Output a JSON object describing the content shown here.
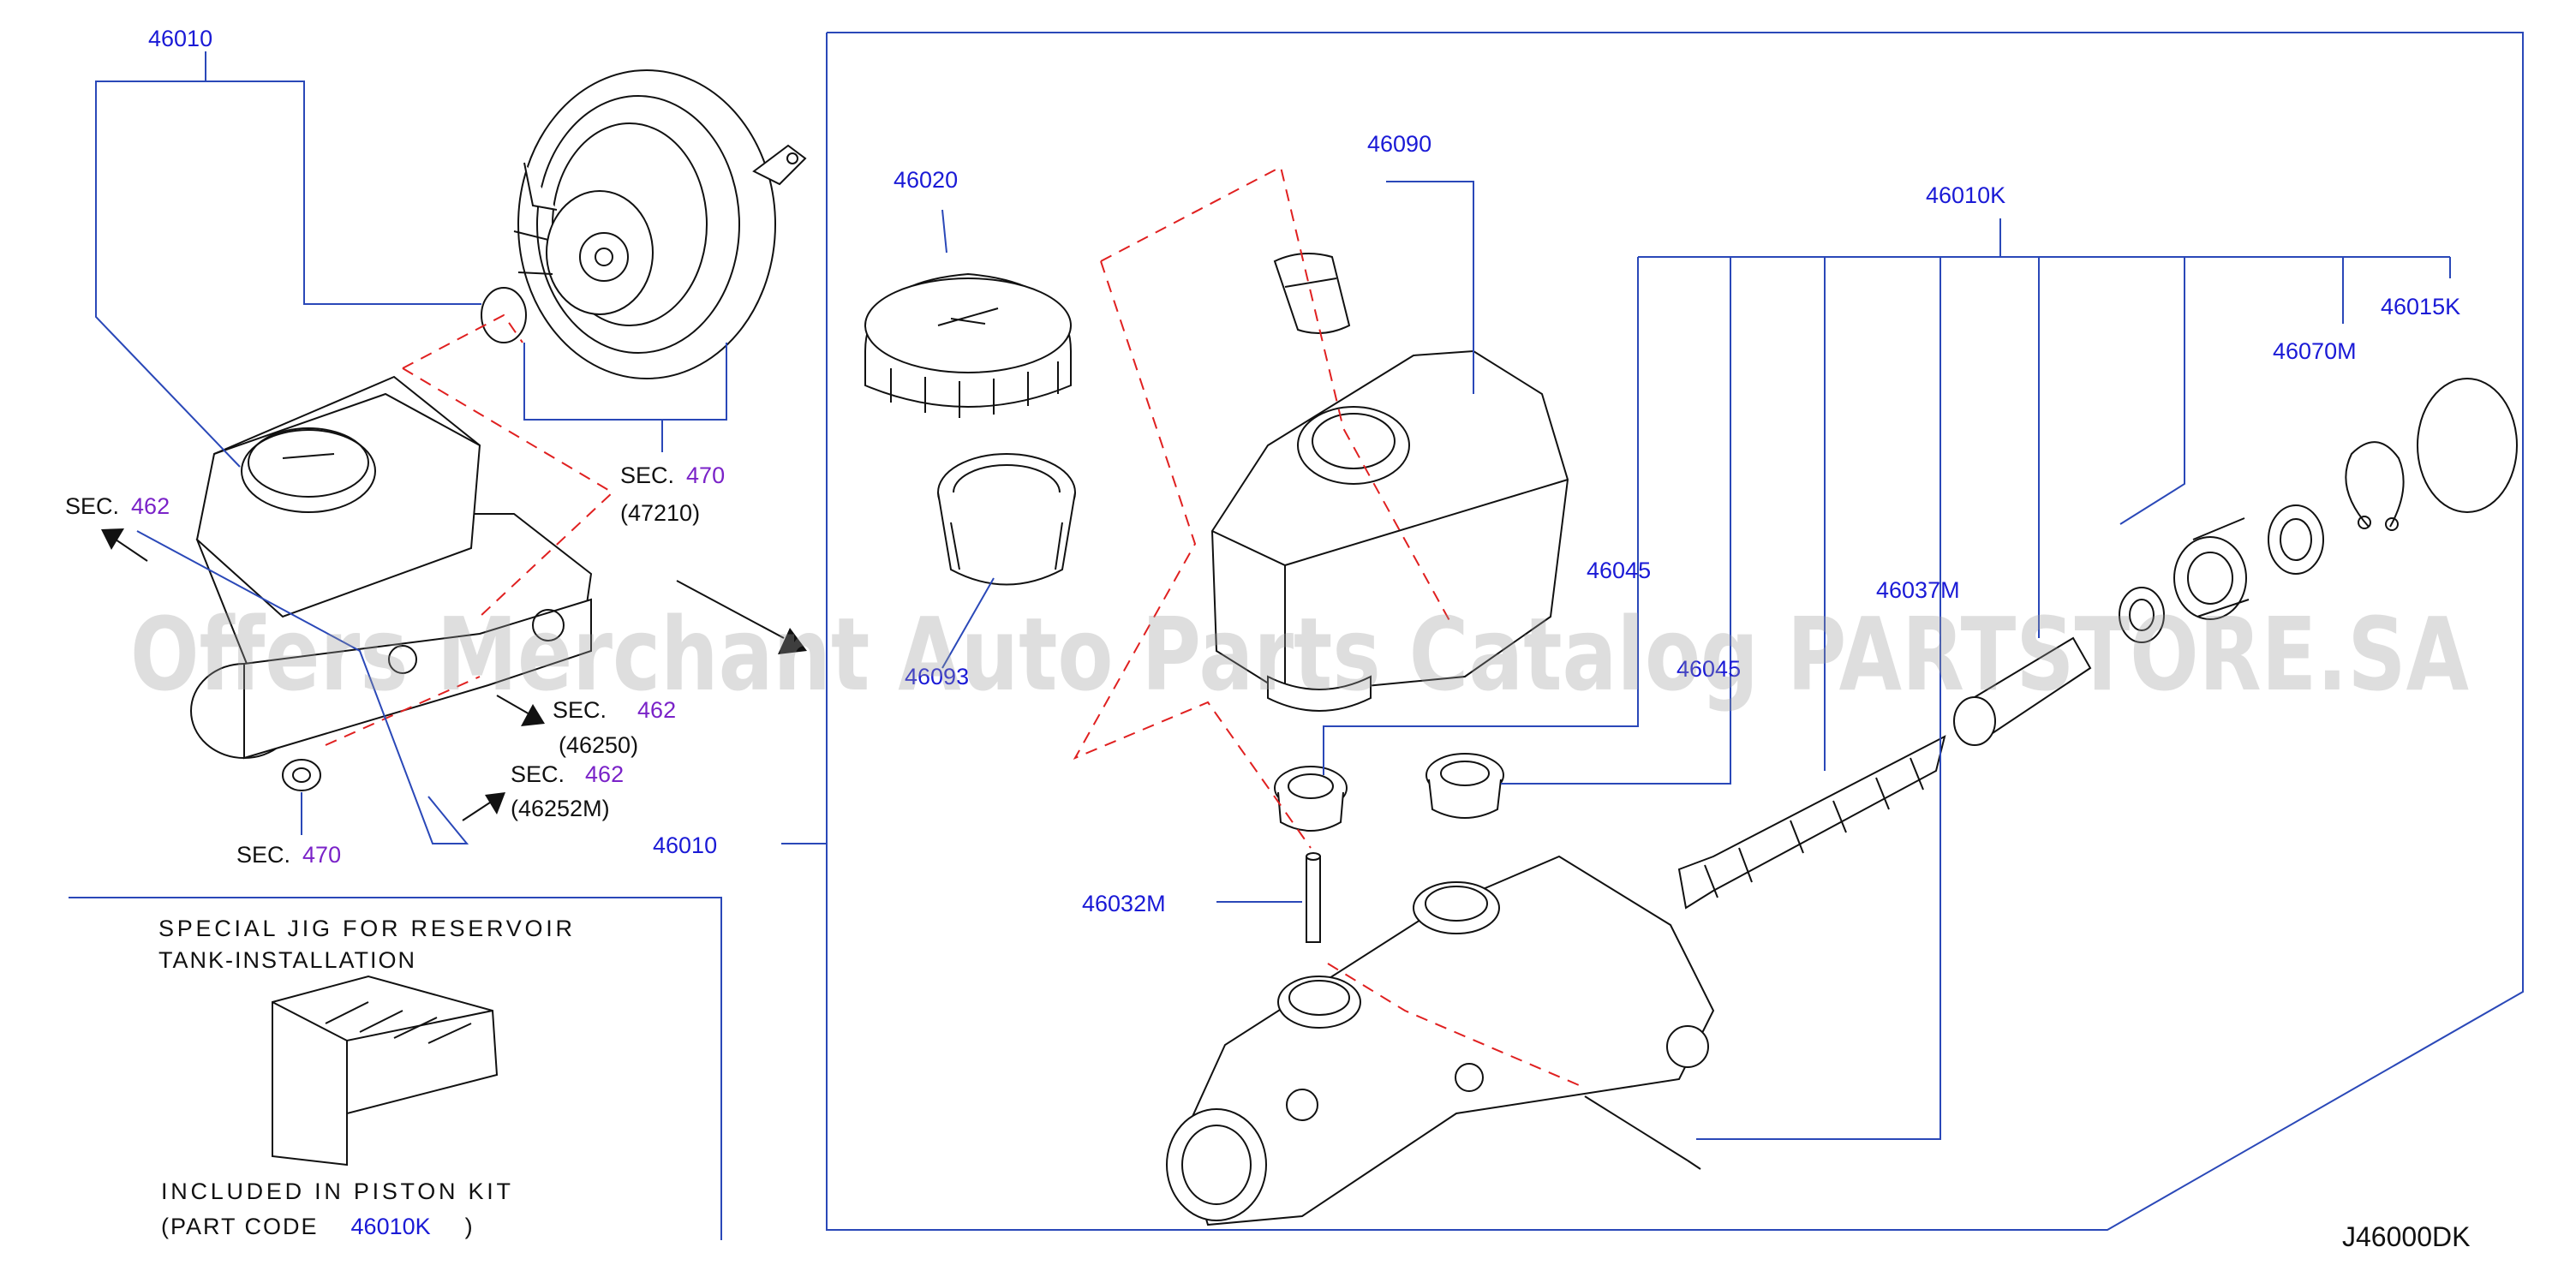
{
  "labels": {
    "p46010_top": "46010",
    "p46020": "46020",
    "p46090": "46090",
    "p46010K": "46010K",
    "p46015K": "46015K",
    "p46070M": "46070M",
    "p46045_a": "46045",
    "p46045_b": "46045",
    "p46037M": "46037M",
    "p46093": "46093",
    "p46010_mid": "46010",
    "p46032M": "46032M"
  },
  "sec_refs": {
    "sec470_top": {
      "prefix": "SEC.",
      "num": "470",
      "sub": "(47210)"
    },
    "sec462_left": {
      "prefix": "SEC.",
      "num": "462"
    },
    "sec462_mid": {
      "prefix": "SEC.",
      "num": "462",
      "sub": "(46250)"
    },
    "sec462_low": {
      "prefix": "SEC.",
      "num": "462",
      "sub": "(46252M)"
    },
    "sec470_bottom": {
      "prefix": "SEC.",
      "num": "470"
    }
  },
  "jig_note": {
    "line1": "SPECIAL JIG FOR RESERVOIR",
    "line2": "TANK-INSTALLATION",
    "line3": "INCLUDED IN PISTON KIT",
    "line4_prefix": "(PART CODE",
    "line4_code": "46010K",
    "line4_suffix": ")"
  },
  "diagram_code": "J46000DK",
  "watermark": "Offers Merchant Auto Parts Catalog PARTSTORE.SA",
  "colors": {
    "label": "#1a1ad6",
    "sec_number": "#7a22c8",
    "leader": "#2a48b8",
    "dashed": "#e02020"
  }
}
